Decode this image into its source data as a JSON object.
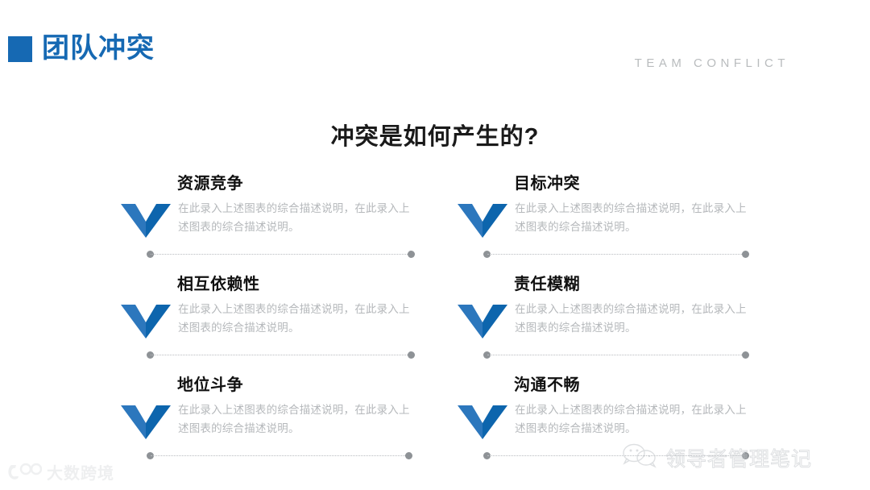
{
  "header": {
    "title": "团队冲突",
    "subtitle": "TEAM CONFLICT",
    "accent_color": "#1669b3"
  },
  "main": {
    "title": "冲突是如何产生的?",
    "items": [
      {
        "title": "资源竞争",
        "desc": "在此录入上述图表的综合描述说明，在此录入上述图表的综合描述说明。"
      },
      {
        "title": "目标冲突",
        "desc": "在此录入上述图表的综合描述说明，在此录入上述图表的综合描述说明。"
      },
      {
        "title": "相互依赖性",
        "desc": "在此录入上述图表的综合描述说明，在此录入上述图表的综合描述说明。"
      },
      {
        "title": "责任模糊",
        "desc": "在此录入上述图表的综合描述说明，在此录入上述图表的综合描述说明。"
      },
      {
        "title": "地位斗争",
        "desc": "在此录入上述图表的综合描述说明，在此录入上述图表的综合描述说明。"
      },
      {
        "title": "沟通不畅",
        "desc": "在此录入上述图表的综合描述说明，在此录入上述图表的综合描述说明。"
      }
    ],
    "chevron_color_light": "#2c77bd",
    "chevron_color_dark": "#0d65ad",
    "dot_color": "#8e9296"
  },
  "watermarks": {
    "bottom_left": "大数跨境",
    "bottom_right": "领导者管理笔记"
  }
}
